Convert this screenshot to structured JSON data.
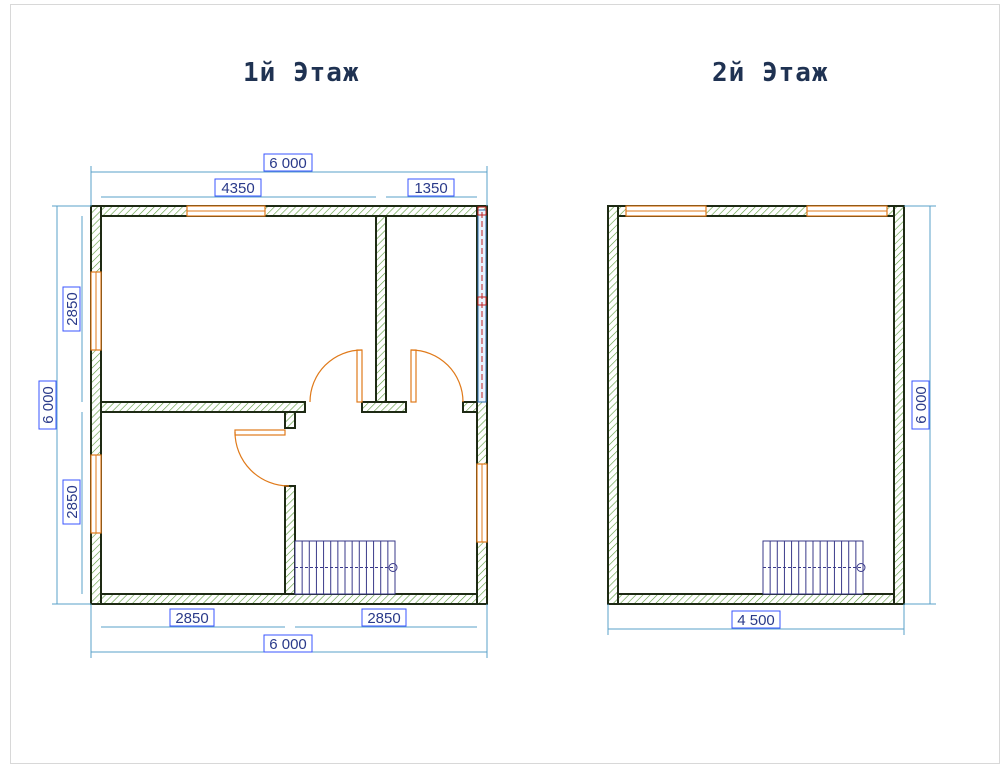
{
  "floor1": {
    "title": "1й Этаж",
    "dims": {
      "top_total": "6 000",
      "top_left": "4350",
      "top_right": "1350",
      "left_total": "6 000",
      "left_upper": "2850",
      "left_lower": "2850",
      "bottom_left": "2850",
      "bottom_right": "2850",
      "bottom_total": "6 000"
    }
  },
  "floor2": {
    "title": "2й Этаж",
    "dims": {
      "right_total": "6 000",
      "bottom_total": "4 500"
    }
  },
  "colors": {
    "wall_outline": "#1e2a14",
    "hatch": "#5a9a3a",
    "openings": "#e07a1a",
    "dimension_text": "#2a3a8a",
    "title": "#1f3252"
  }
}
